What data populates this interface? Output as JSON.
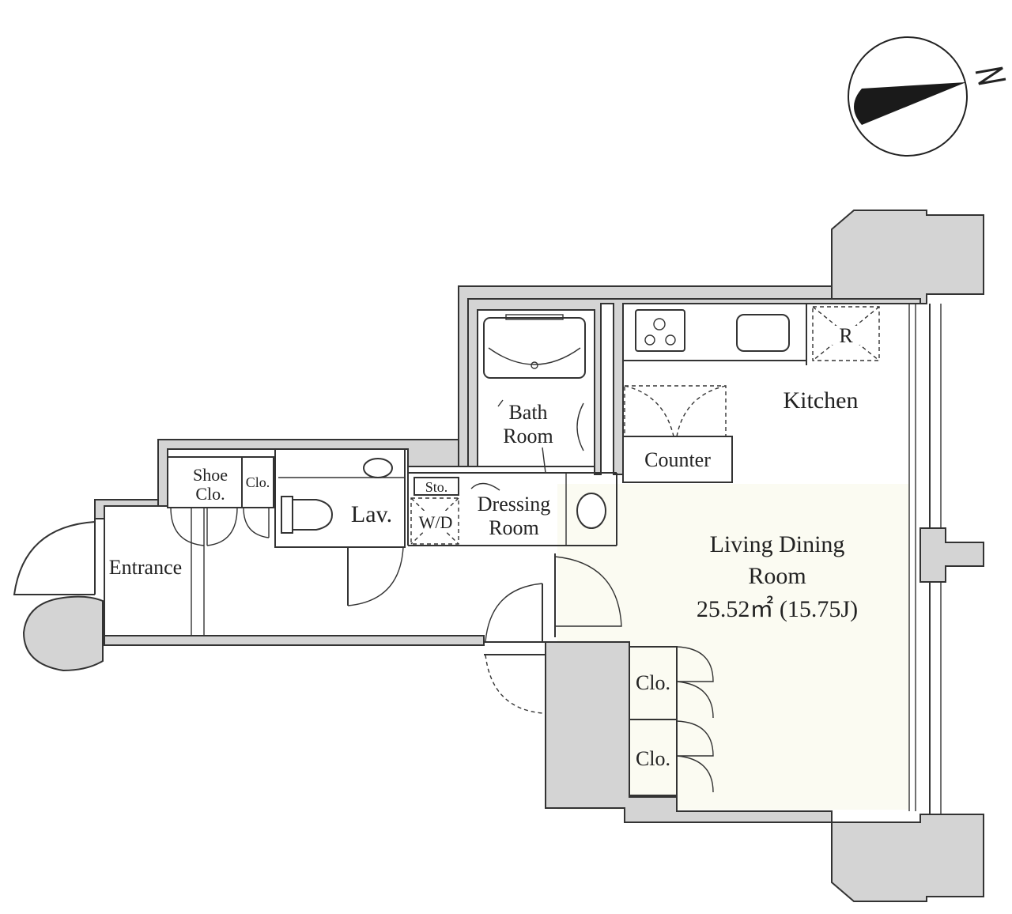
{
  "rooms": {
    "kitchen": "Kitchen",
    "counter": "Counter",
    "refrigerator": "R",
    "bath_room_1": "Bath",
    "bath_room_2": "Room",
    "dressing_room_1": "Dressing",
    "dressing_room_2": "Room",
    "storage": "Sto.",
    "washer_dryer": "W/D",
    "lavatory": "Lav.",
    "shoe_closet_1": "Shoe",
    "shoe_closet_2": "Clo.",
    "closet_small": "Clo.",
    "entrance": "Entrance",
    "living_1": "Living Dining",
    "living_2": "Room",
    "living_area": "25.52㎡ (15.75J)",
    "closet_upper": "Clo.",
    "closet_lower": "Clo."
  },
  "compass": {
    "north_label": "N"
  },
  "colors": {
    "wall_fill": "#d4d4d4",
    "living_floor": "#fbfbf2",
    "line": "#333333"
  }
}
